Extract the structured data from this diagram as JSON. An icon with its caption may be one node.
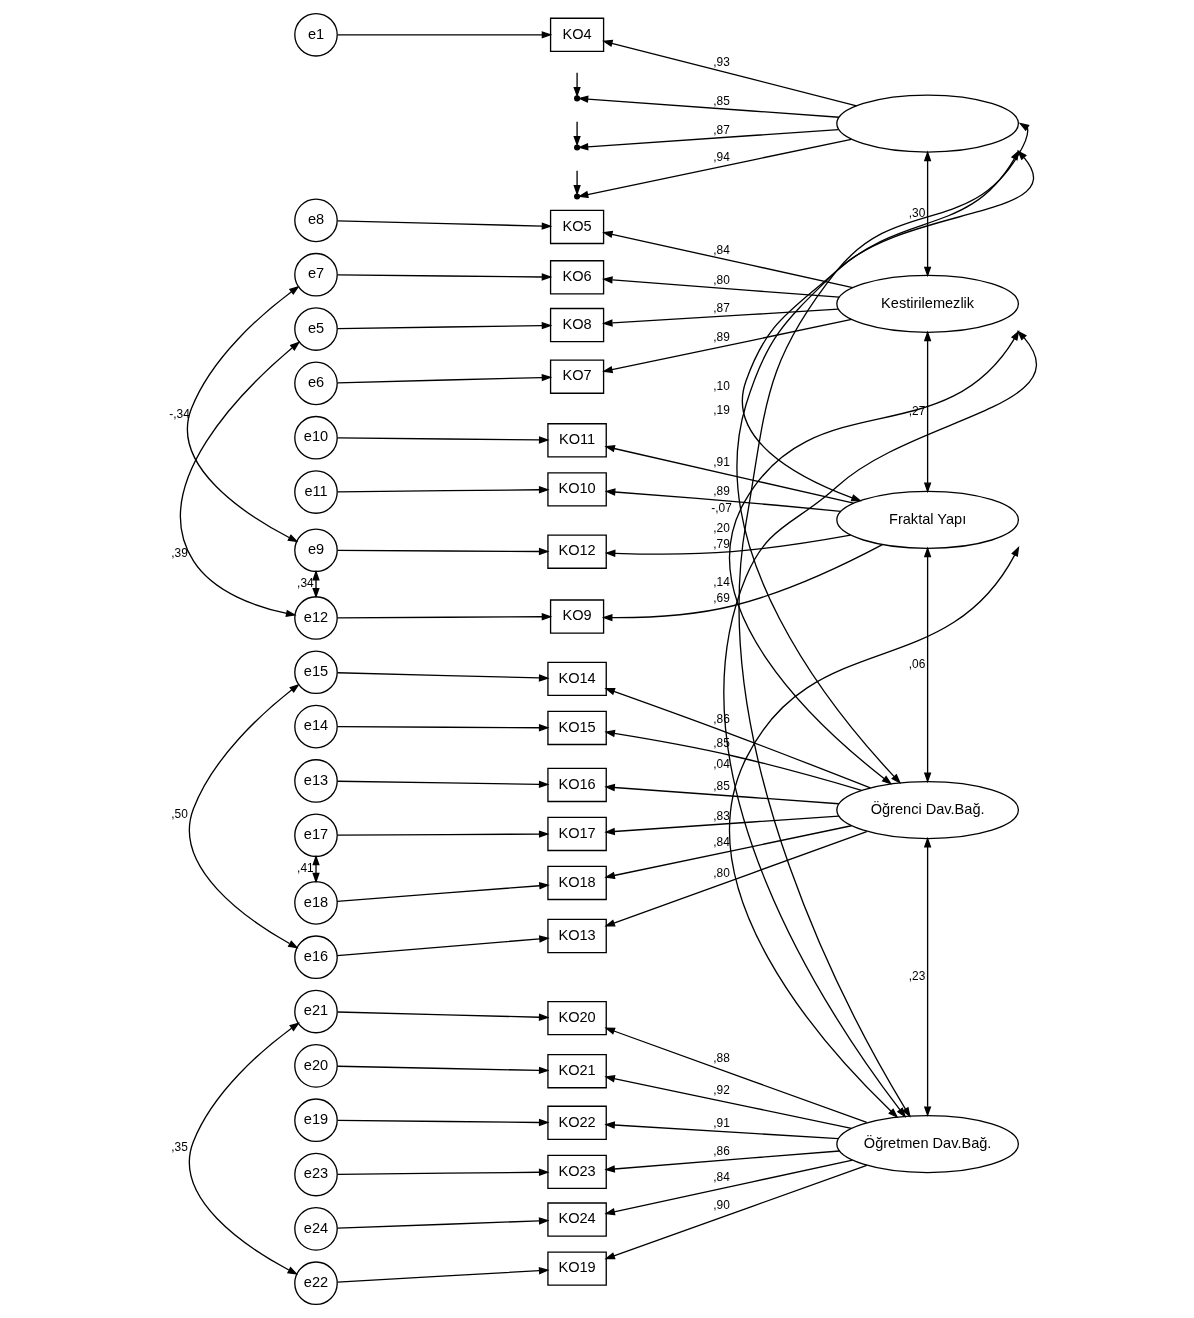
{
  "diagram": {
    "nodes": [
      {
        "text": [],
        "shape": "ellipse"
      },
      {
        "text": [
          "e1"
        ]
      },
      {
        "text": [
          "KO4"
        ]
      },
      {
        "text": [
          "e8"
        ]
      },
      {
        "text": [
          "KO5"
        ]
      },
      {
        "text": [
          "e7"
        ]
      },
      {
        "text": [
          "KO6"
        ]
      },
      {
        "text": [
          "e6"
        ]
      },
      {
        "text": [
          "KO7"
        ]
      },
      {
        "text": [
          "e5"
        ]
      },
      {
        "text": [
          "KO8"
        ]
      },
      {
        "text": [
          "e12"
        ]
      },
      {
        "text": [
          "KO9"
        ]
      },
      {
        "text": [
          "e11"
        ]
      },
      {
        "text": [
          "KO10"
        ]
      },
      {
        "text": [
          "e10"
        ]
      },
      {
        "text": [
          "KO11"
        ]
      },
      {
        "text": [
          "e9"
        ]
      },
      {
        "text": [
          "KO12"
        ]
      },
      {
        "text": [
          "e16"
        ]
      },
      {
        "text": [
          "KO13"
        ]
      },
      {
        "text": [
          "e15"
        ]
      },
      {
        "text": [
          "KO14"
        ]
      },
      {
        "text": [
          "e14"
        ]
      },
      {
        "text": [
          "KO15"
        ]
      },
      {
        "text": [
          "e13"
        ]
      },
      {
        "text": [
          "KO16"
        ]
      },
      {
        "text": [
          "e17"
        ]
      },
      {
        "text": [
          "KO17"
        ]
      },
      {
        "text": [
          "e18"
        ]
      },
      {
        "text": [
          "KO18"
        ]
      },
      {
        "text": [
          "e22"
        ]
      },
      {
        "text": [
          "KO19"
        ]
      },
      {
        "text": [
          "e21"
        ]
      },
      {
        "text": [
          "KO20"
        ]
      },
      {
        "text": [
          "e20"
        ]
      },
      {
        "text": [
          "KO21"
        ]
      },
      {
        "text": [
          "e19"
        ]
      },
      {
        "text": [
          "KO22"
        ]
      },
      {
        "text": [
          "e23"
        ]
      },
      {
        "text": [
          "KO23"
        ]
      },
      {
        "text": [
          "e24"
        ]
      },
      {
        "text": [
          "KO24"
        ]
      },
      {
        "text": [
          "Kestirilemezlik"
        ]
      },
      {
        "text": [
          "Fraktal Yapı"
        ]
      },
      {
        "text": [
          "Öğrenci Dav.Bağ."
        ]
      },
      {
        "text": [
          "Öğretmen Dav.Bağ."
        ]
      },
      {
        "text": [],
        "shape": "point"
      },
      {
        "text": [],
        "shape": "point"
      },
      {
        "text": [],
        "shape": "point"
      }
    ],
    "edges": [
      {
        "from": null,
        "to": 47,
        "arrow": "to"
      },
      {
        "from": null,
        "to": 48,
        "arrow": "to"
      },
      {
        "from": null,
        "to": 49,
        "arrow": "to"
      },
      {
        "from": 0,
        "to": 47,
        "arrow": "to",
        "label": ",85"
      },
      {
        "from": 0,
        "to": 48,
        "arrow": "to",
        "label": ",87"
      },
      {
        "from": 0,
        "to": 49,
        "arrow": "to",
        "label": ",94"
      },
      {
        "from": 0,
        "to": 2,
        "arrow": "to",
        "label": ",93"
      },
      {
        "from": 1,
        "to": 2,
        "arrow": "to"
      },
      {
        "from": 3,
        "to": 4,
        "arrow": "to"
      },
      {
        "from": 5,
        "to": 6,
        "arrow": "to"
      },
      {
        "from": 7,
        "to": 8,
        "arrow": "to"
      },
      {
        "from": 9,
        "to": 10,
        "arrow": "to"
      },
      {
        "from": 11,
        "to": 12,
        "arrow": "to"
      },
      {
        "from": 13,
        "to": 14,
        "arrow": "to"
      },
      {
        "from": 15,
        "to": 16,
        "arrow": "to"
      },
      {
        "from": 17,
        "to": 18,
        "arrow": "to"
      },
      {
        "from": 19,
        "to": 20,
        "arrow": "to"
      },
      {
        "from": 21,
        "to": 22,
        "arrow": "to"
      },
      {
        "from": 23,
        "to": 24,
        "arrow": "to"
      },
      {
        "from": 25,
        "to": 26,
        "arrow": "to"
      },
      {
        "from": 27,
        "to": 28,
        "arrow": "to"
      },
      {
        "from": 29,
        "to": 30,
        "arrow": "to"
      },
      {
        "from": 31,
        "to": 32,
        "arrow": "to"
      },
      {
        "from": 33,
        "to": 34,
        "arrow": "to"
      },
      {
        "from": 35,
        "to": 36,
        "arrow": "to"
      },
      {
        "from": 37,
        "to": 38,
        "arrow": "to"
      },
      {
        "from": 39,
        "to": 40,
        "arrow": "to"
      },
      {
        "from": 41,
        "to": 42,
        "arrow": "to"
      },
      {
        "from": 43,
        "to": 4,
        "arrow": "to",
        "label": ",84"
      },
      {
        "from": 43,
        "to": 6,
        "arrow": "to",
        "label": ",80"
      },
      {
        "from": 43,
        "to": 8,
        "arrow": "to",
        "label": ",89"
      },
      {
        "from": 43,
        "to": 10,
        "arrow": "to",
        "label": ",87"
      },
      {
        "from": 44,
        "to": 12,
        "arrow": "to",
        "label": ",69"
      },
      {
        "from": 44,
        "to": 14,
        "arrow": "to",
        "label": ",89"
      },
      {
        "from": 44,
        "to": 16,
        "arrow": "to",
        "label": ",91"
      },
      {
        "from": 44,
        "to": 18,
        "arrow": "to",
        "label": ",79"
      },
      {
        "from": 45,
        "to": 20,
        "arrow": "to",
        "label": ",80"
      },
      {
        "from": 45,
        "to": 22,
        "arrow": "to",
        "label": ",86"
      },
      {
        "from": 45,
        "to": 24,
        "arrow": "to",
        "label": ",85"
      },
      {
        "from": 45,
        "to": 26,
        "arrow": "to",
        "label": ",85"
      },
      {
        "from": 45,
        "to": 28,
        "arrow": "to",
        "label": ",83"
      },
      {
        "from": 45,
        "to": 30,
        "arrow": "to",
        "label": ",84"
      },
      {
        "from": 46,
        "to": 32,
        "arrow": "to",
        "label": ",90"
      },
      {
        "from": 46,
        "to": 34,
        "arrow": "to",
        "label": ",88"
      },
      {
        "from": 46,
        "to": 36,
        "arrow": "to",
        "label": ",92"
      },
      {
        "from": 46,
        "to": 38,
        "arrow": "to",
        "label": ",91"
      },
      {
        "from": 46,
        "to": 40,
        "arrow": "to",
        "label": ",86"
      },
      {
        "from": 46,
        "to": 42,
        "arrow": "to",
        "label": ",84"
      },
      {
        "from": 0,
        "to": 43,
        "arrow": "both",
        "label": ",30"
      },
      {
        "from": 0,
        "to": 44,
        "arrow": "both",
        "label": ",10"
      },
      {
        "from": 0,
        "to": 45,
        "arrow": "both",
        "label": ",19"
      },
      {
        "from": 0,
        "to": 46,
        "arrow": "both",
        "label": ",20"
      },
      {
        "from": 43,
        "to": 44,
        "arrow": "both",
        "label": ",27"
      },
      {
        "from": 43,
        "to": 45,
        "arrow": "both",
        "label": "-,07"
      },
      {
        "from": 43,
        "to": 46,
        "arrow": "both",
        "label": ",14"
      },
      {
        "from": 44,
        "to": 45,
        "arrow": "both",
        "label": ",06"
      },
      {
        "from": 44,
        "to": 46,
        "arrow": "both",
        "label": ",04"
      },
      {
        "from": 45,
        "to": 46,
        "arrow": "both",
        "label": ",23"
      },
      {
        "from": 5,
        "to": 17,
        "arrow": "both",
        "label": "-,34"
      },
      {
        "from": 9,
        "to": 11,
        "arrow": "both",
        "label": ",39"
      },
      {
        "from": 11,
        "to": 17,
        "arrow": "both",
        "label": ",34"
      },
      {
        "from": 19,
        "to": 21,
        "arrow": "both",
        "label": ",50"
      },
      {
        "from": 27,
        "to": 29,
        "arrow": "both",
        "label": ",41"
      },
      {
        "from": 31,
        "to": 33,
        "arrow": "both",
        "label": ",35"
      }
    ]
  }
}
